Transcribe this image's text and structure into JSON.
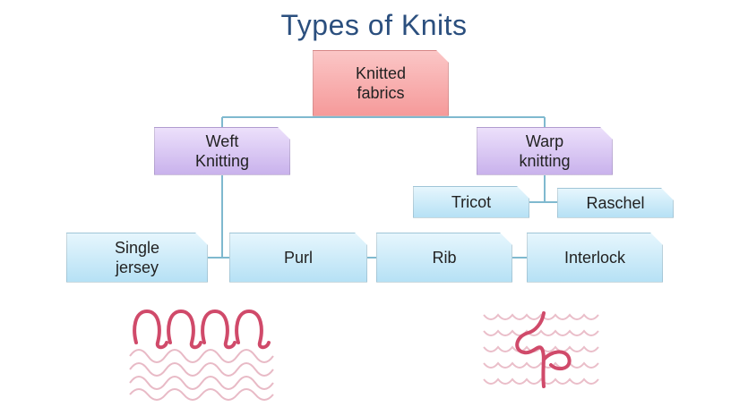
{
  "title": "Types of Knits",
  "nodes": {
    "root": {
      "line1": "Knitted",
      "line2": "fabrics"
    },
    "weft": {
      "line1": "Weft",
      "line2": "Knitting"
    },
    "warp": {
      "line1": "Warp",
      "line2": "knitting"
    },
    "tricot": "Tricot",
    "raschel": "Raschel",
    "single_jersey": {
      "line1": "Single",
      "line2": "jersey"
    },
    "purl": "Purl",
    "rib": "Rib",
    "interlock": "Interlock"
  },
  "colors": {
    "title": "#2b4f7e",
    "root_fill": "#f7a9a9",
    "level1_fill": "#d5c3f0",
    "level2_fill": "#c6e9f8",
    "connector": "#7fb9cf",
    "stitch": "#d04a6a"
  },
  "illustrations": {
    "left": "weft-knit-loops-illustration",
    "right": "warp-knit-loops-illustration"
  }
}
